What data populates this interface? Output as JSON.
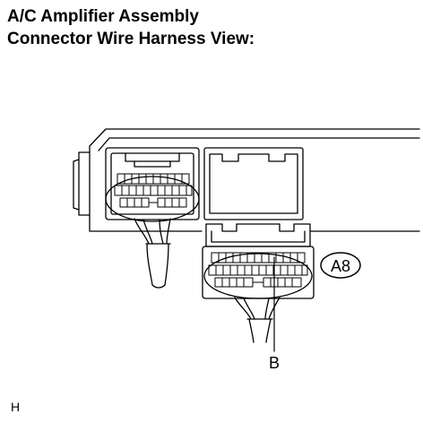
{
  "title": {
    "line1": "A/C Amplifier Assembly",
    "line2": "Connector Wire Harness View:"
  },
  "connector_id": "A8",
  "pin_label": "B",
  "corner_label": "H",
  "colors": {
    "line": "#000000",
    "background": "#ffffff"
  }
}
